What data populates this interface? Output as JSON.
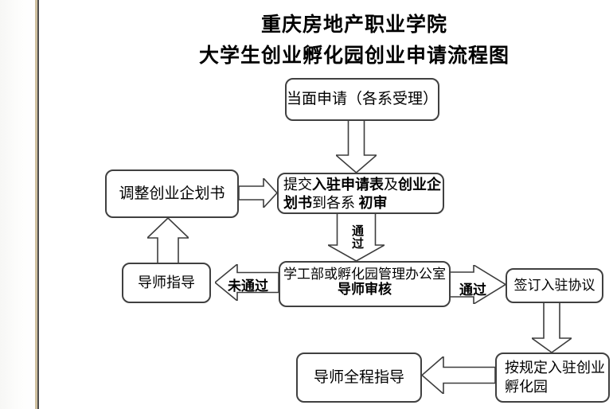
{
  "page": {
    "title_line1": "重庆房地产职业学院",
    "title_line2": "大学生创业孵化园创业申请流程图"
  },
  "flowchart": {
    "nodes": {
      "apply": {
        "label": "当面申请（各系受理）"
      },
      "submit": {
        "seg1": "提交",
        "seg2": "入驻申请表",
        "seg3": "及",
        "seg4": "创业企划书",
        "seg5": "到各系 ",
        "seg6": "初审"
      },
      "adjust": {
        "label": "调整创业企划书"
      },
      "review": {
        "line1": "学工部或孵化园管理办公室",
        "line2": "导师审核"
      },
      "mentor": {
        "label": "导师指导"
      },
      "sign": {
        "label": "签订入驻协议"
      },
      "settle": {
        "label": "按规定入驻创业孵化园"
      },
      "fullguide": {
        "label": "导师全程指导"
      }
    },
    "labels": {
      "pass_vertical": "通过",
      "fail": "未通过",
      "pass": "通过"
    },
    "colors": {
      "box_border": "#404040",
      "arrow_outline": "#3d3d3d",
      "page_edge_tan": "#cfc09f",
      "page_edge_dark": "#4f4f4f"
    }
  }
}
